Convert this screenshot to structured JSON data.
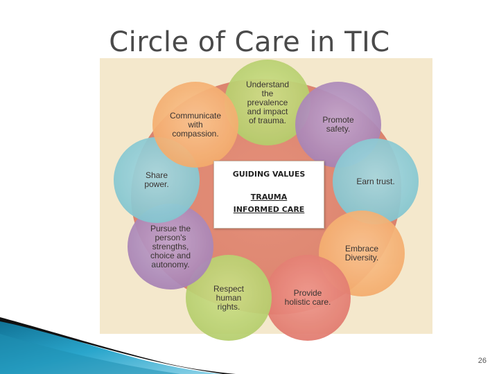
{
  "slide": {
    "title": "Circle of Care in TIC",
    "page_number": "26"
  },
  "center": {
    "heading": "GUIDING VALUES",
    "line1": "TRAUMA",
    "line2": "INFORMED CARE"
  },
  "circles": {
    "understand": "Understand\nthe\nprevalence\nand impact\nof trauma.",
    "promote_safety": "Promote\nsafety.",
    "earn_trust": "Earn trust.",
    "embrace_diversity": "Embrace\nDiversity.",
    "holistic_care": "Provide\nholistic care.",
    "human_rights": "Respect\nhuman\nrights.",
    "pursue_strengths": "Pursue the\nperson's\nstrengths,\nchoice and\nautonomy.",
    "share_power": "Share\npower.",
    "communicate": "Communicate\nwith\ncompassion."
  },
  "colors": {
    "green": "#b6cf6e",
    "purple": "#a985b6",
    "teal": "#86c7d1",
    "orange": "#f4ad6e",
    "red": "#e27c70",
    "panel_background": "#f4e8cc",
    "decor_blue": "#1f8fb3"
  }
}
